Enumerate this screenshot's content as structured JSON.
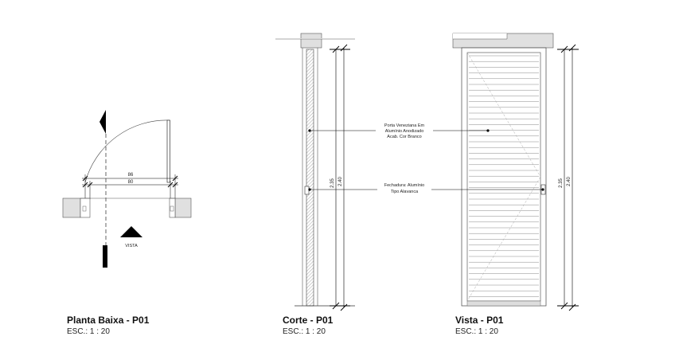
{
  "plan": {
    "title": "Planta Baixa - P01",
    "scale": "ESC.: 1 : 20",
    "dim_outer": "86",
    "dim_inner": "80",
    "view_label": "VISTA"
  },
  "section": {
    "title": "Corte - P01",
    "scale": "ESC.: 1 : 20",
    "dim_inner": "2.35",
    "dim_outer": "2.40"
  },
  "elevation": {
    "title": "Vista - P01",
    "scale": "ESC.: 1 : 20",
    "dim_inner": "2.35",
    "dim_outer": "2.40"
  },
  "annotations": {
    "door_spec": [
      "Porta Veneziana Em",
      "Alumínio Anodizado",
      "Acab. Cor Branco"
    ],
    "lock_spec": [
      "Fechadura: Alumínio",
      "Tipo Alavanca"
    ]
  }
}
